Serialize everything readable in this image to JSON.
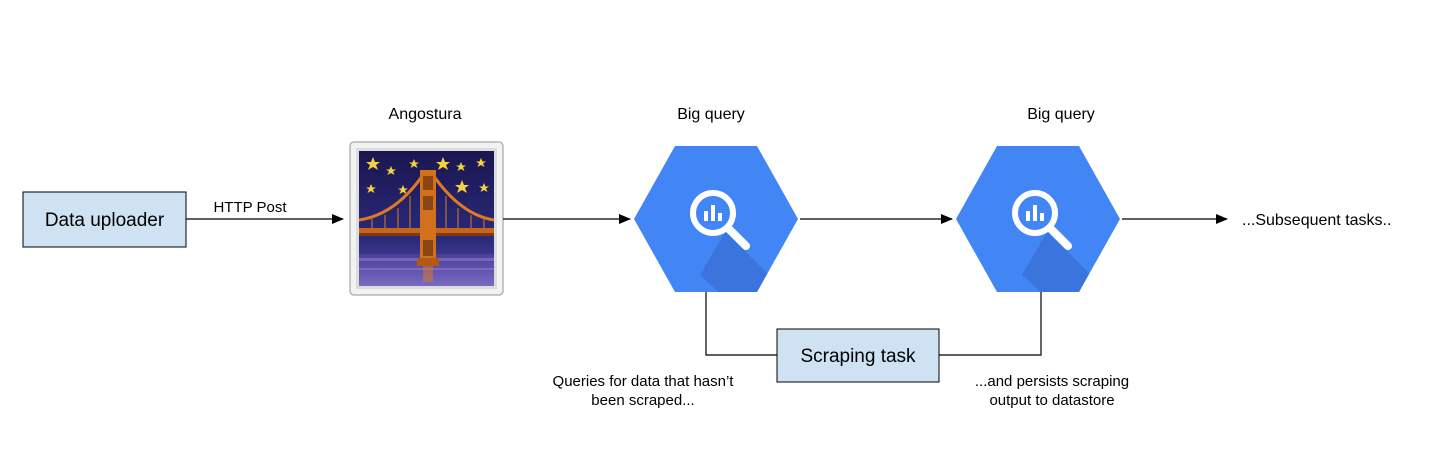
{
  "nodes": {
    "data_uploader": {
      "label": "Data uploader"
    },
    "angostura": {
      "title": "Angostura"
    },
    "bigquery_1": {
      "title": "Big query"
    },
    "bigquery_2": {
      "title": "Big query"
    },
    "scraping_task": {
      "label": "Scraping task"
    },
    "subsequent": {
      "label": "...Subsequent tasks.."
    }
  },
  "edges": {
    "http_post": "HTTP Post"
  },
  "annotations": {
    "queries_line1": "Queries for data that hasn’t",
    "queries_line2": "been scraped...",
    "persists_line1": "...and persists scraping",
    "persists_line2": "output to datastore"
  },
  "colors": {
    "box_fill": "#cfe2f3",
    "bigquery_hex": "#4285f4",
    "bigquery_shadow": "#3a6fd6",
    "night_sky": "#201c5a",
    "bridge": "#e07a1f"
  },
  "icons": {
    "bigquery": "bigquery-icon",
    "angostura": "night-bridge-icon"
  }
}
